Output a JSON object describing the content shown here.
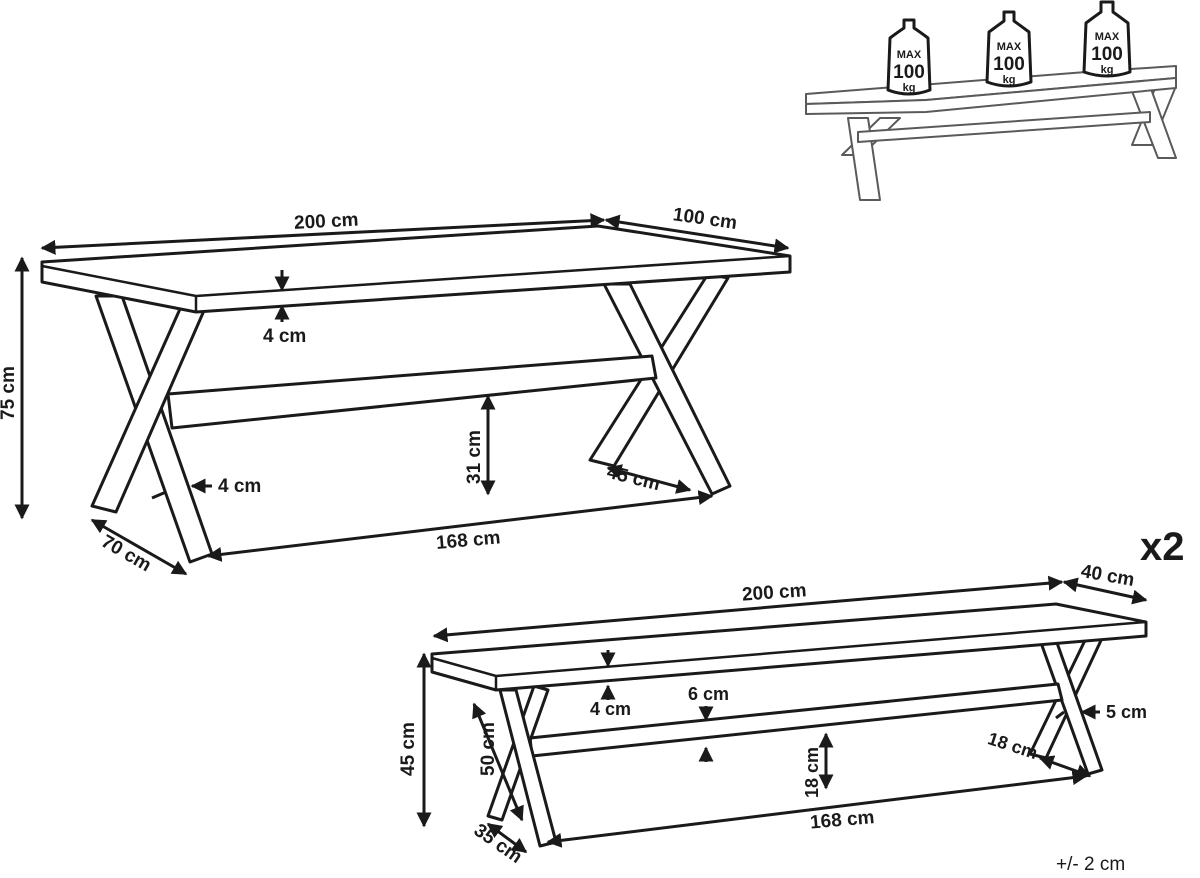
{
  "table": {
    "length": "200 cm",
    "width": "100 cm",
    "height": "75 cm",
    "top_thickness": "4 cm",
    "leg_thickness": "4 cm",
    "stretcher_height": "31 cm",
    "leg_span": "168 cm",
    "foot_depth_front": "70 cm",
    "foot_depth_back": "45 cm"
  },
  "bench": {
    "quantity": "x2",
    "length": "200 cm",
    "width": "40 cm",
    "height": "45 cm",
    "top_thickness": "4 cm",
    "stretcher_width": "6 cm",
    "leg_thickness": "5 cm",
    "stretcher_height": "18 cm",
    "leg_span": "168 cm",
    "leg_length": "50 cm",
    "foot_depth_front": "35 cm",
    "foot_depth_back": "18 cm"
  },
  "load_illustration": {
    "weights": [
      {
        "line1": "MAX",
        "line2": "100",
        "line3": "kg"
      },
      {
        "line1": "MAX",
        "line2": "100",
        "line3": "kg"
      },
      {
        "line1": "MAX",
        "line2": "100",
        "line3": "kg"
      }
    ]
  },
  "tolerance": "+/- 2 cm"
}
